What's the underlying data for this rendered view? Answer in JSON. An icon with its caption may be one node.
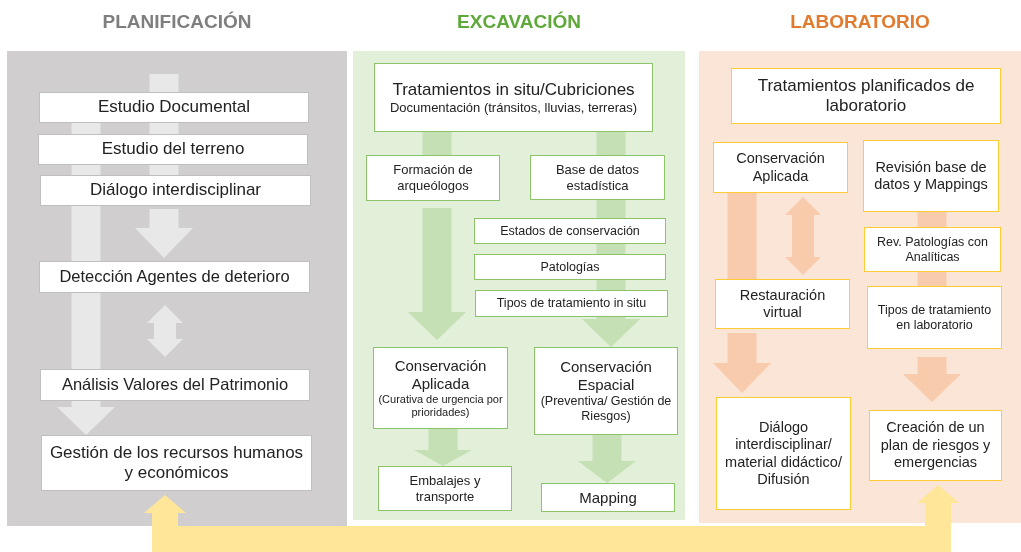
{
  "diagram": {
    "nodes": [
      {
        "text": [
          "PLANIFICACIÓN"
        ]
      },
      {
        "text": [
          "Estudio Documental"
        ],
        "in": 0
      },
      {
        "text": [
          "Estudio del terreno"
        ],
        "in": 0
      },
      {
        "text": [
          "Diálogo interdisciplinar"
        ],
        "in": 0
      },
      {
        "text": [
          "Detección Agentes de deterioro"
        ],
        "in": 0
      },
      {
        "text": [
          "Análisis Valores del Patrimonio"
        ],
        "in": 0
      },
      {
        "text": [
          "Gestión de los recursos humanos y económicos"
        ],
        "in": 0
      },
      {
        "text": [
          "EXCAVACIÓN"
        ]
      },
      {
        "text": [
          "Tratamientos in situ/Cubriciones",
          "Documentación (tránsitos, lluvias, terreras)"
        ],
        "in": 7
      },
      {
        "text": [
          "Formación de arqueólogos"
        ],
        "in": 7
      },
      {
        "text": [
          "Base de datos estadística"
        ],
        "in": 7
      },
      {
        "text": [
          "Estados de conservación"
        ],
        "in": 7
      },
      {
        "text": [
          "Patologías"
        ],
        "in": 7
      },
      {
        "text": [
          "Tipos de tratamiento in situ"
        ],
        "in": 7
      },
      {
        "text": [
          "Conservación Aplicada",
          "(Curativa de urgencia por prioridades)"
        ],
        "in": 7
      },
      {
        "text": [
          "Conservación Espacial",
          "(Preventiva/ Gestión de Riesgos)"
        ],
        "in": 7
      },
      {
        "text": [
          "Embalajes y transporte"
        ],
        "in": 7
      },
      {
        "text": [
          "Mapping"
        ],
        "in": 7
      },
      {
        "text": [
          "LABORATORIO"
        ]
      },
      {
        "text": [
          "Tratamientos planificados de laboratorio"
        ],
        "in": 18
      },
      {
        "text": [
          "Conservación Aplicada"
        ],
        "in": 18
      },
      {
        "text": [
          "Revisión base de datos y Mappings"
        ],
        "in": 18
      },
      {
        "text": [
          "Rev. Patologías con Analíticas"
        ],
        "in": 18
      },
      {
        "text": [
          "Restauración virtual"
        ],
        "in": 18
      },
      {
        "text": [
          "Tipos de tratamiento en laboratorio"
        ],
        "in": 18
      },
      {
        "text": [
          "Diálogo interdisciplinar/ material didáctico/ Difusión"
        ],
        "in": 18
      },
      {
        "text": [
          "Creación de un plan de riesgos y emergencias"
        ],
        "in": 18
      }
    ],
    "edges": [
      {
        "from": 1,
        "to": 2,
        "arrow": "none",
        "color": "#e8e8e8"
      },
      {
        "from": 2,
        "to": 3,
        "arrow": "none",
        "color": "#e8e8e8"
      },
      {
        "from": 3,
        "to": 4,
        "arrow": "none",
        "color": "#e8e8e8"
      },
      {
        "from": 4,
        "to": 5,
        "arrow": "none",
        "color": "#e8e8e8"
      },
      {
        "from": 5,
        "to": 6,
        "arrow": "to",
        "color": "#e8e8e8"
      },
      {
        "from": null,
        "to": 1,
        "arrow": "none",
        "color": "#e8e8e8"
      },
      {
        "from": 1,
        "to": 2,
        "arrow": "none",
        "color": "#e8e8e8"
      },
      {
        "from": 2,
        "to": 3,
        "arrow": "none",
        "color": "#e8e8e8"
      },
      {
        "from": 3,
        "to": 4,
        "arrow": "to",
        "color": "#e8e8e8"
      },
      {
        "from": 4,
        "to": 5,
        "arrow": "both",
        "color": "#e8e8e8"
      },
      {
        "from": 8,
        "to": 9,
        "arrow": "none"
      },
      {
        "from": 9,
        "to": 14,
        "arrow": "to"
      },
      {
        "from": 8,
        "to": 10,
        "arrow": "none"
      },
      {
        "from": 10,
        "to": 11,
        "arrow": "none"
      },
      {
        "from": 11,
        "to": 12,
        "arrow": "none"
      },
      {
        "from": 12,
        "to": 13,
        "arrow": "none"
      },
      {
        "from": 13,
        "to": 15,
        "arrow": "to"
      },
      {
        "from": 14,
        "to": 16,
        "arrow": "to"
      },
      {
        "from": 15,
        "to": 17,
        "arrow": "to"
      },
      {
        "from": 20,
        "to": 23,
        "arrow": "none",
        "color": "#f8cbad"
      },
      {
        "from": 23,
        "to": 25,
        "arrow": "to",
        "color": "#f8cbad"
      },
      {
        "from": 20,
        "to": 23,
        "arrow": "both",
        "color": "#f8cbad"
      },
      {
        "from": 21,
        "to": 22,
        "arrow": "none",
        "color": "#f8cbad"
      },
      {
        "from": 22,
        "to": 24,
        "arrow": "none",
        "color": "#f8cbad"
      },
      {
        "from": 24,
        "to": 26,
        "arrow": "to",
        "color": "#f8cbad"
      },
      {
        "from": 6,
        "to": 26,
        "arrow": "both",
        "color": "#ffe699"
      }
    ]
  }
}
